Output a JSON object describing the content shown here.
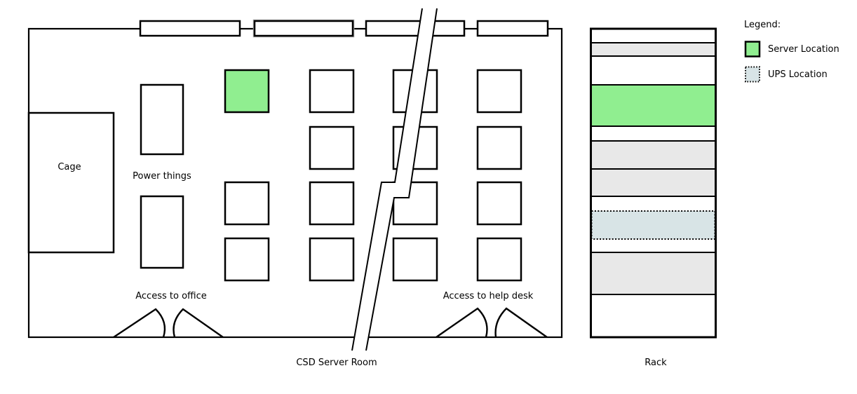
{
  "diagram_title": "CSD Server Room",
  "floor_plan": {
    "room_label": "CSD Server Room",
    "cage_label": "Cage",
    "power_label": "Power things",
    "office_access_label": "Access to office",
    "help_desk_access_label": "Access to help desk",
    "grid": {
      "rows": 4,
      "cols": 4,
      "server_location": {
        "row": 1,
        "col": 1
      },
      "empty_cell": {
        "row": 2,
        "col": 1
      },
      "walkway": "diagonal aisle with offset break crossing column 3 from top wall to bottom wall"
    },
    "top_wall_openings": 4,
    "doors": [
      "double door at office access",
      "double door at help desk access"
    ]
  },
  "rack": {
    "label": "Rack",
    "slots_top_to_bottom": [
      {
        "type": "empty"
      },
      {
        "type": "occupied"
      },
      {
        "type": "empty"
      },
      {
        "type": "server"
      },
      {
        "type": "empty"
      },
      {
        "type": "occupied"
      },
      {
        "type": "occupied"
      },
      {
        "type": "empty",
        "contains_ups": true
      },
      {
        "type": "occupied"
      },
      {
        "type": "empty"
      }
    ]
  },
  "legend": {
    "title": "Legend:",
    "items": [
      {
        "id": "server",
        "label": "Server Location"
      },
      {
        "id": "ups",
        "label": "UPS Location"
      }
    ]
  },
  "colors": {
    "server_green": "#90ee90",
    "ups_fill": "#d8e4e6",
    "occupied_gray": "#e8e8e8",
    "line_black": "#000000",
    "opening_outline_gray": "#a3a3a3"
  }
}
